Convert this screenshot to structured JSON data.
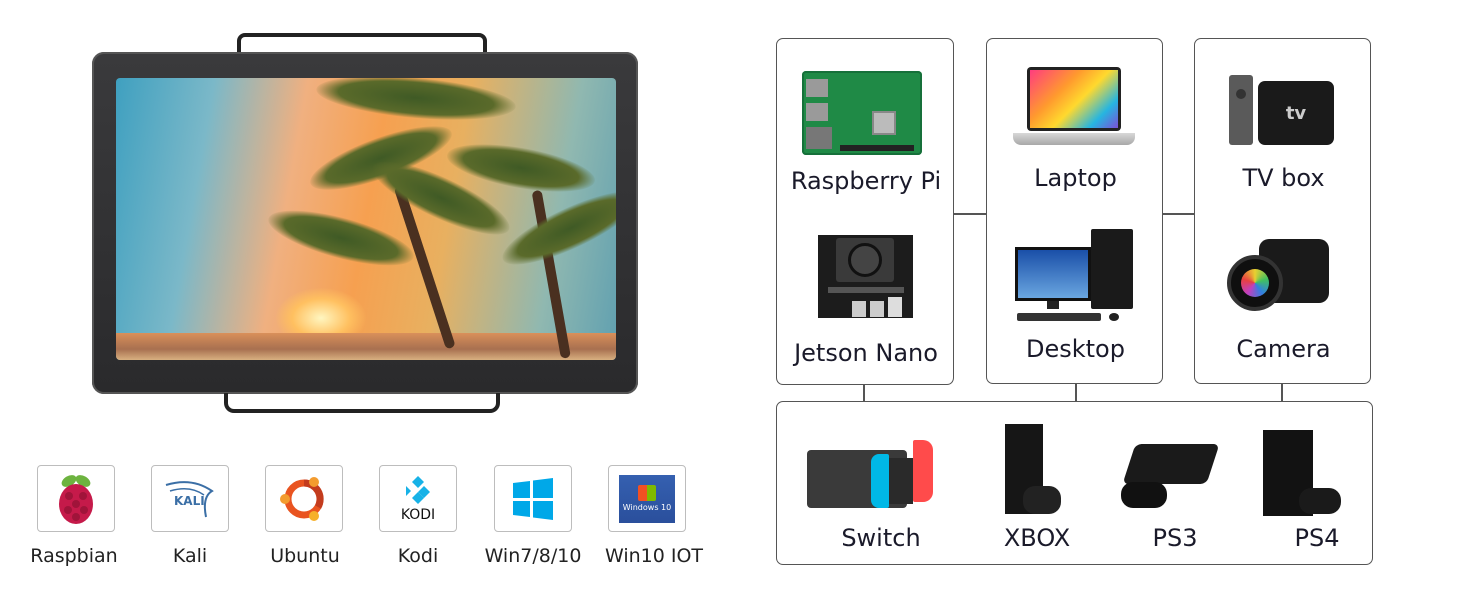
{
  "monitor": {
    "screen_scene": "beach-sunset-palm-trees"
  },
  "os_support": [
    {
      "label": "Raspbian",
      "icon": "raspberry-icon"
    },
    {
      "label": "Kali",
      "icon": "kali-dragon-icon"
    },
    {
      "label": "Ubuntu",
      "icon": "ubuntu-icon"
    },
    {
      "label": "Kodi",
      "icon": "kodi-icon",
      "logo_text": "KODI"
    },
    {
      "label": "Win7/8/10",
      "icon": "windows-icon"
    },
    {
      "label": "Win10 IOT",
      "icon": "windows10-icon",
      "logo_text": "Windows 10"
    }
  ],
  "devices": {
    "column1": [
      {
        "label": "Raspberry Pi",
        "icon": "raspberry-pi-board-icon"
      },
      {
        "label": "Jetson Nano",
        "icon": "jetson-nano-board-icon"
      }
    ],
    "column2": [
      {
        "label": "Laptop",
        "icon": "laptop-icon"
      },
      {
        "label": "Desktop",
        "icon": "desktop-pc-icon"
      }
    ],
    "column3": [
      {
        "label": "TV box",
        "icon": "tv-box-icon",
        "logo_text": "tv"
      },
      {
        "label": "Camera",
        "icon": "camera-icon"
      }
    ],
    "consoles": [
      {
        "label": "Switch",
        "icon": "nintendo-switch-icon"
      },
      {
        "label": "XBOX",
        "icon": "xbox-icon"
      },
      {
        "label": "PS3",
        "icon": "ps3-icon"
      },
      {
        "label": "PS4",
        "icon": "ps4-icon"
      }
    ]
  },
  "colors": {
    "border": "#555555",
    "os_border": "#bdbdbd",
    "text": "#1a1a2a"
  }
}
